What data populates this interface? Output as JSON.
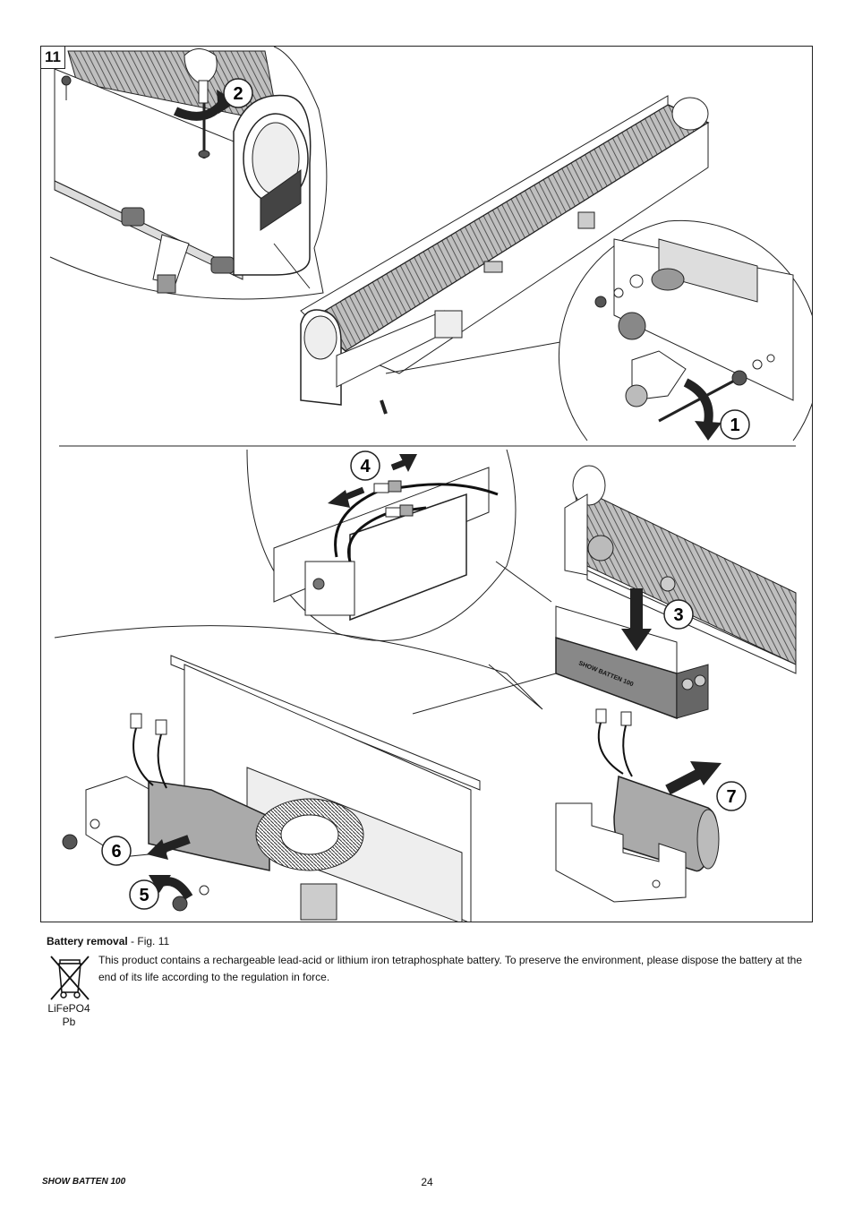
{
  "figure": {
    "number": "11",
    "steps": [
      "1",
      "2",
      "3",
      "4",
      "5",
      "6",
      "7"
    ],
    "product_label": "SHOW BATTEN 100"
  },
  "caption": {
    "title": "Battery removal",
    "ref": " - Fig. 11"
  },
  "notice": {
    "text": "This product contains a rechargeable lead-acid or lithium iron tetraphosphate battery. To preserve the environment, please dispose the battery at the end of its life according to the regulation in force.",
    "battery_type_1": "LiFePO4",
    "battery_type_2": "Pb",
    "icon": "crossed-out-wheelie-bin-icon"
  },
  "footer": {
    "model": "SHOW BATTEN 100",
    "page": "24"
  }
}
